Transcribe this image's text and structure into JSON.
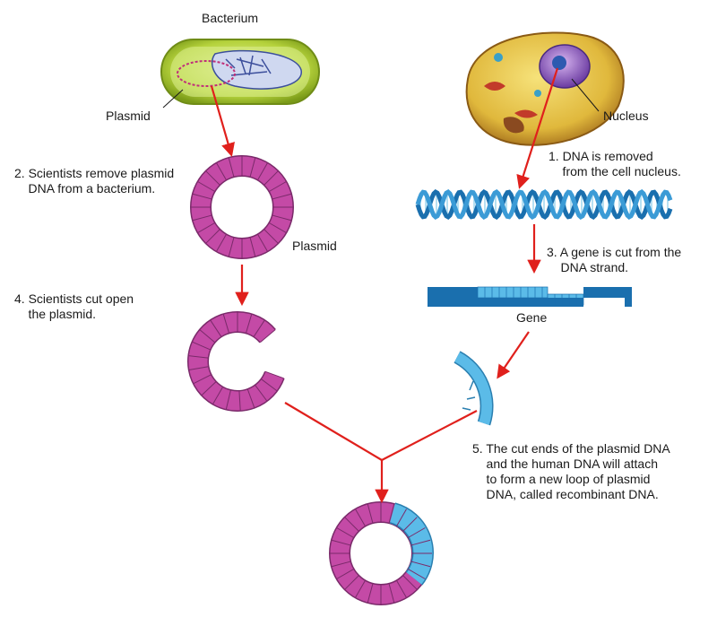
{
  "labels": {
    "bacterium": "Bacterium",
    "plasmid_top": "Plasmid",
    "nucleus": "Nucleus",
    "plasmid_mid": "Plasmid",
    "gene": "Gene"
  },
  "steps": {
    "step1": "1. DNA is removed\n    from the cell nucleus.",
    "step2": "2. Scientists remove plasmid\n    DNA from a bacterium.",
    "step3": "3. A gene is cut from the\n    DNA strand.",
    "step4": "4. Scientists cut open\n    the plasmid.",
    "step5": "5. The cut ends of the plasmid DNA\n    and the human DNA will attach\n    to form a new loop of plasmid\n    DNA, called recombinant DNA."
  },
  "colors": {
    "plasmid": "#c44aa6",
    "gene": "#5bbbe8",
    "arrow": "#e0201c",
    "dna_dark": "#1a6fae",
    "bacterium": "#b5d23c"
  }
}
